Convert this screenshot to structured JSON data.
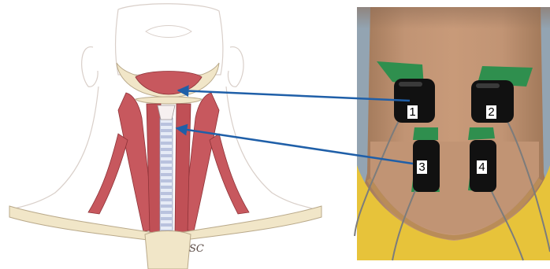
{
  "illustration": {
    "signature_initials": "SC",
    "colors": {
      "muscle": "#c7585e",
      "bone": "#f1e6c8",
      "trachea": "#cfd6ea",
      "outline": "#5a4a45"
    }
  },
  "photo": {
    "colors": {
      "skin": "#b88a67",
      "pad": "#2f8f4e",
      "sensor": "#111111",
      "shirt": "#e7c33a",
      "background": "#93a4b2",
      "cable": "#7c7c7c"
    }
  },
  "sensors": [
    {
      "label": "1"
    },
    {
      "label": "2"
    },
    {
      "label": "3"
    },
    {
      "label": "4"
    }
  ],
  "arrows": {
    "color": "#1f5fa8",
    "count": 2
  }
}
